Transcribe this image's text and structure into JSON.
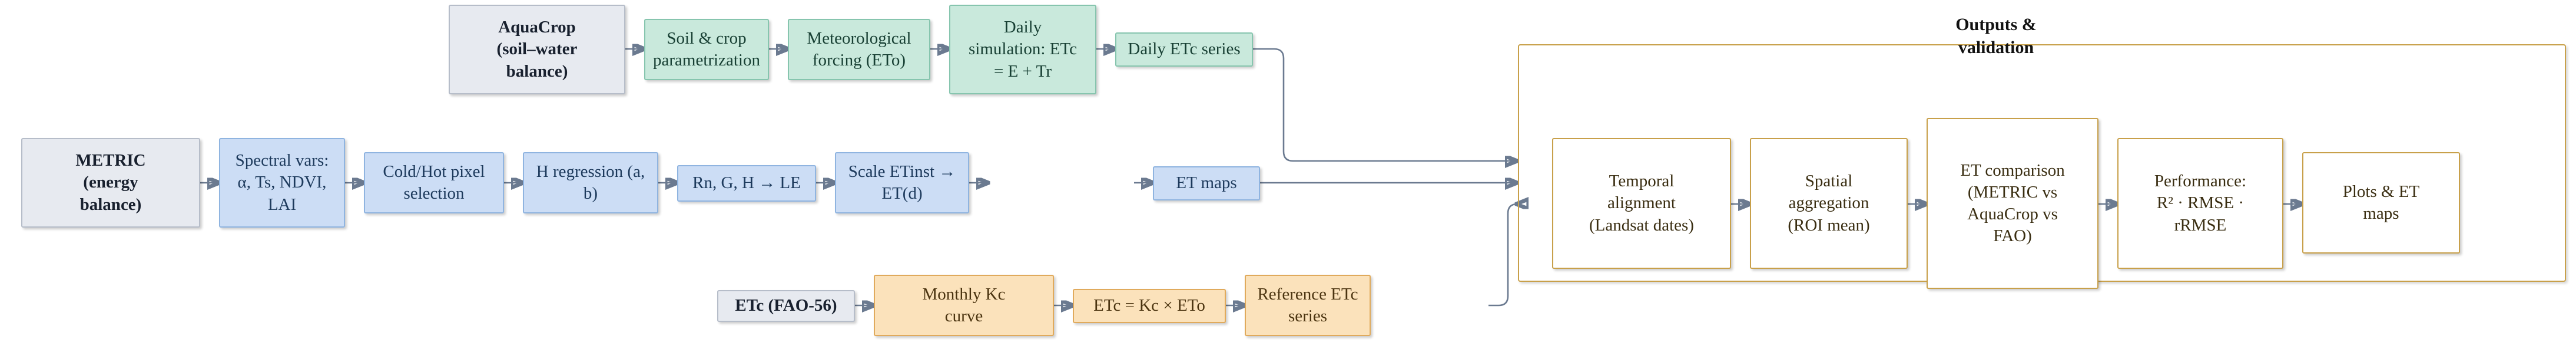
{
  "diagram": {
    "title_group": "Outputs &\nvalidation",
    "nodes": {
      "metric": "METRIC\n(energy\nbalance)",
      "spectral_vars": "Spectral vars:\nα, Ts, NDVI,\nLAI",
      "coldhot": "Cold/Hot pixel\nselection",
      "h_regression": "H regression (a,\nb)",
      "rngh_le": "Rn, G, H → LE",
      "scale_etinst": "Scale ETinst →\nET(d)",
      "et_maps": "ET maps",
      "aquacrop": "AquaCrop\n(soil–water\nbalance)",
      "soil_crop_param": "Soil & crop\nparametrization",
      "meteo_forcing": "Meteorological\nforcing (ETo)",
      "daily_sim": "Daily\nsimulation: ETc\n= E + Tr",
      "daily_etc_series": "Daily ETc series",
      "etc_fao56": "ETc (FAO-56)",
      "monthly_kc": "Monthly Kc\ncurve",
      "etc_kc_eto": "ETc = Kc × ETo",
      "reference_etc_series": "Reference ETc\nseries",
      "temporal_alignment": "Temporal\nalignment\n(Landsat dates)",
      "spatial_aggregation": "Spatial\naggregation\n(ROI mean)",
      "et_comparison": "ET comparison\n(METRIC vs\nAquaCrop vs\nFAO)",
      "performance": "Performance:\nR² · RMSE ·\nrRMSE",
      "plots_et_maps": "Plots & ET\nmaps"
    },
    "colors": {
      "grey_fill": "#e7eaf0",
      "grey_border": "#b6bdc9",
      "blue_fill": "#ccddf5",
      "blue_border": "#8fb4e0",
      "green_fill": "#c9e9dc",
      "green_border": "#86c5ae",
      "orange_fill": "#fbe2bb",
      "orange_border": "#e0aa5c",
      "outline_border": "#c8a04a",
      "connector": "#6b7a90",
      "background": "#ffffff"
    }
  }
}
